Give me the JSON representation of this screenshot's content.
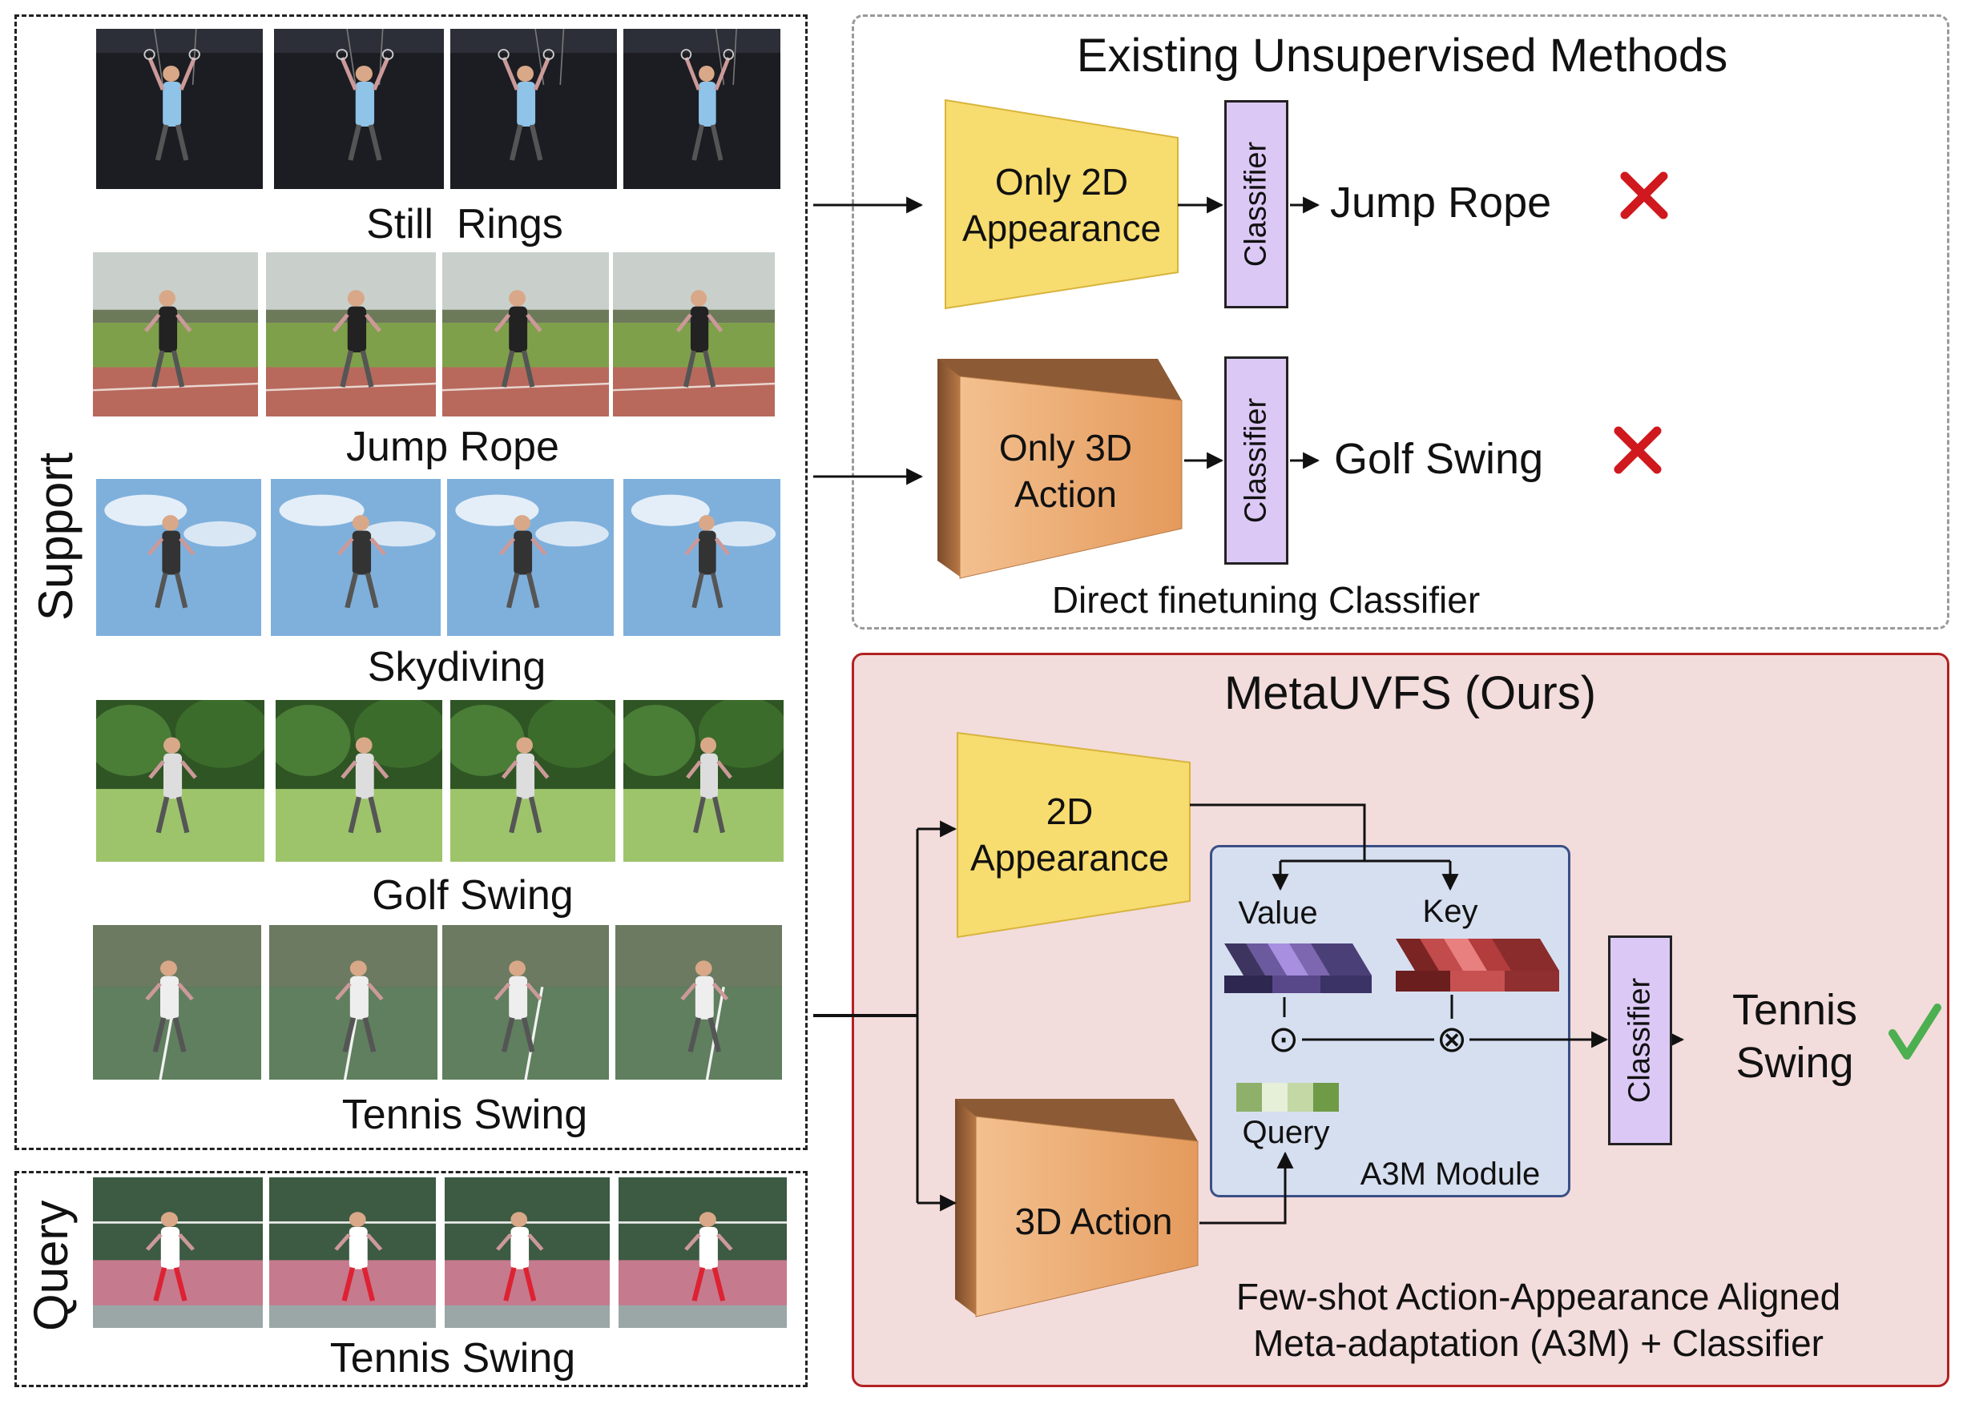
{
  "support": {
    "side_label": "Support",
    "rows": [
      {
        "label": "Still  Rings"
      },
      {
        "label": "Jump Rope"
      },
      {
        "label": "Skydiving"
      },
      {
        "label": "Golf Swing"
      },
      {
        "label": "Tennis Swing"
      }
    ]
  },
  "query": {
    "side_label": "Query",
    "label": "Tennis Swing"
  },
  "existing": {
    "title": "Existing Unsupervised Methods",
    "enc_2d": "Only 2D\nAppearance",
    "enc_3d": "Only 3D\nAction",
    "classifier": "Classifier",
    "pred_1": "Jump Rope",
    "pred_2": "Golf Swing",
    "caption": "Direct finetuning Classifier",
    "wrong_mark": "✕"
  },
  "ours": {
    "title": "MetaUVFS (Ours)",
    "enc_2d": "2D\nAppearance",
    "enc_3d": "3D Action",
    "value": "Value",
    "key": "Key",
    "query": "Query",
    "module": "A3M Module",
    "dot_op": "⊙",
    "cross_op": "⊗",
    "classifier": "Classifier",
    "pred": "Tennis\nSwing",
    "right_mark": "✓",
    "caption_1": "Few-shot Action-Appearance Aligned",
    "caption_2": "Meta-adaptation (A3M) + Classifier"
  },
  "colors": {
    "appearance_fill": "#f7dc6f",
    "action_fill": "#e9a468",
    "classifier_fill": "#dcc8f5",
    "ours_bg": "#f3dcdc",
    "a3m_bg": "#d6dff0",
    "wrong": "#d0191e",
    "right": "#4caf50"
  }
}
